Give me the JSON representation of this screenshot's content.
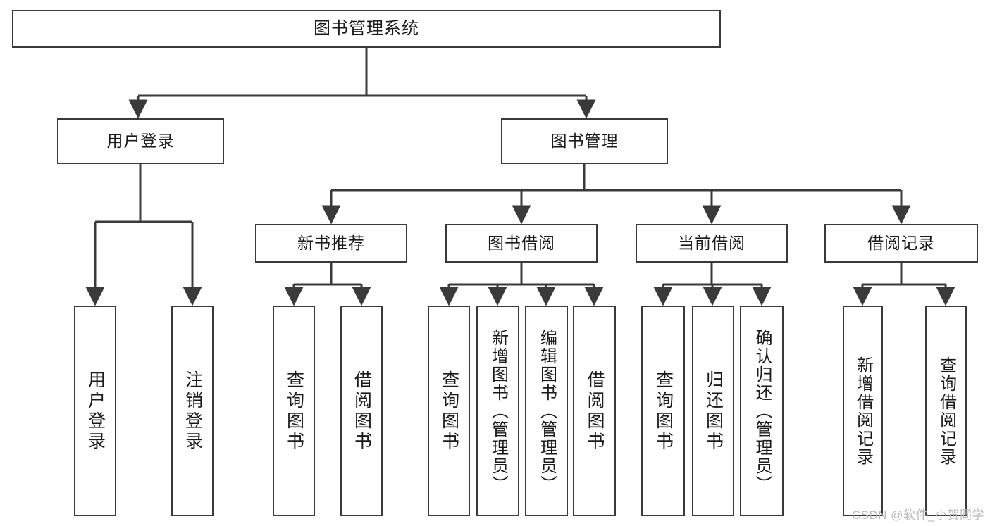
{
  "diagram": {
    "title": "图书管理系统",
    "type": "tree-hierarchy",
    "watermark": "CSDN @软件_小贺同学",
    "colors": {
      "background": "#ffffff",
      "box_border": "#3a3a3a",
      "box_fill": "#ffffff",
      "connector": "#3a3a3a",
      "text": "#1a1a1a",
      "watermark": "#b9b9b9"
    },
    "levels": [
      {
        "level": 1,
        "nodes": [
          {
            "id": "root",
            "label": "图书管理系统",
            "orientation": "horizontal"
          }
        ]
      },
      {
        "level": 2,
        "nodes": [
          {
            "id": "user-login",
            "label": "用户登录",
            "orientation": "horizontal",
            "parent": "root"
          },
          {
            "id": "book-manage",
            "label": "图书管理",
            "orientation": "horizontal",
            "parent": "root"
          }
        ]
      },
      {
        "level": 3,
        "nodes": [
          {
            "id": "new-book-rec",
            "label": "新书推荐",
            "orientation": "horizontal",
            "parent": "book-manage"
          },
          {
            "id": "book-borrow",
            "label": "图书借阅",
            "orientation": "horizontal",
            "parent": "book-manage"
          },
          {
            "id": "current-borrow",
            "label": "当前借阅",
            "orientation": "horizontal",
            "parent": "book-manage"
          },
          {
            "id": "borrow-record",
            "label": "借阅记录",
            "orientation": "horizontal",
            "parent": "book-manage"
          }
        ]
      },
      {
        "level": 4,
        "nodes": [
          {
            "id": "leaf-user-login",
            "label": "用户登录",
            "orientation": "vertical",
            "parent": "user-login"
          },
          {
            "id": "leaf-logout-login",
            "label": "注销登录",
            "orientation": "vertical",
            "parent": "user-login"
          },
          {
            "id": "leaf-query-book-1",
            "label": "查询图书",
            "orientation": "vertical",
            "parent": "new-book-rec"
          },
          {
            "id": "leaf-borrow-book-1",
            "label": "借阅图书",
            "orientation": "vertical",
            "parent": "new-book-rec"
          },
          {
            "id": "leaf-query-book-2",
            "label": "查询图书",
            "orientation": "vertical",
            "parent": "book-borrow"
          },
          {
            "id": "leaf-add-book",
            "label": "新增图书（管理员）",
            "orientation": "vertical",
            "parent": "book-borrow"
          },
          {
            "id": "leaf-edit-book",
            "label": "编辑图书（管理员）",
            "orientation": "vertical",
            "parent": "book-borrow"
          },
          {
            "id": "leaf-borrow-book-2",
            "label": "借阅图书",
            "orientation": "vertical",
            "parent": "book-borrow"
          },
          {
            "id": "leaf-query-book-3",
            "label": "查询图书",
            "orientation": "vertical",
            "parent": "current-borrow"
          },
          {
            "id": "leaf-return-book",
            "label": "归还图书",
            "orientation": "vertical",
            "parent": "current-borrow"
          },
          {
            "id": "leaf-confirm-return",
            "label": "确认归还（管理员）",
            "orientation": "vertical",
            "parent": "current-borrow"
          },
          {
            "id": "leaf-add-record",
            "label": "新增借阅记录",
            "orientation": "vertical",
            "parent": "borrow-record"
          },
          {
            "id": "leaf-query-record",
            "label": "查询借阅记录",
            "orientation": "vertical",
            "parent": "borrow-record"
          }
        ]
      }
    ]
  }
}
